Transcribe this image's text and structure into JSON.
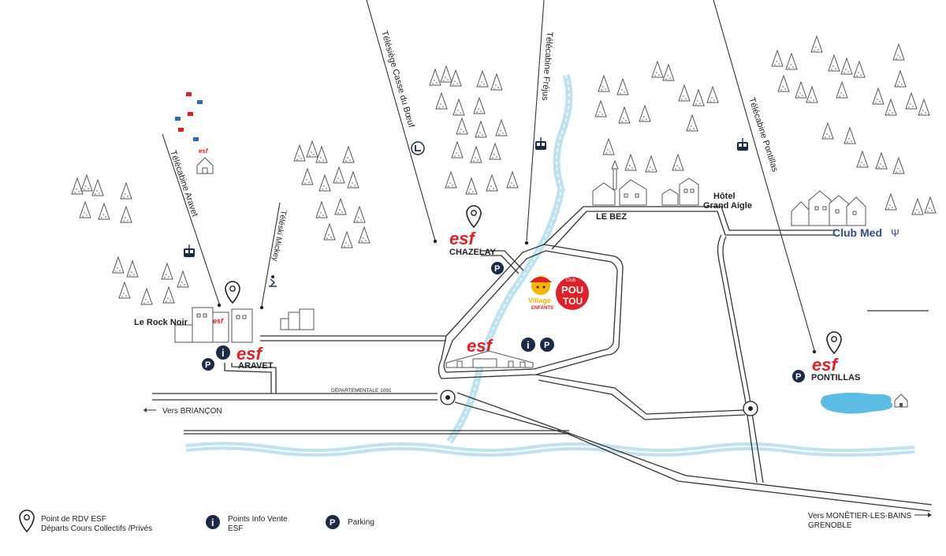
{
  "cable_lines": {
    "telecabine_aravet": "Télécabine Aravet",
    "teleski_mickey": "Téléski Mickey",
    "telesiege_casse_du_boeuf": "Télésiège Casse du Bœuf",
    "telecabine_frejus": "Télécabine Fréjus",
    "telecabine_pontillas": "Télécabine Pontillas"
  },
  "places": {
    "le_bez": "LE BEZ",
    "hotel_line1": "Hôtel",
    "hotel_line2": "Grand Aigle",
    "club_med": "Club Med",
    "le_rock_noir": "Le Rock Noir",
    "village_enfants_line1": "Village",
    "village_enfants_line2": "ENFANTS",
    "poutou_line1": "Club",
    "poutou_line2": "POU",
    "poutou_line3": "TOU"
  },
  "schools": {
    "brand": "esf",
    "chazelay": "CHAZELAY",
    "aravet": "ARAVET",
    "pontillas": "PONTILLAS"
  },
  "roads": {
    "departementale": "DÉPARTEMENTALE 1091",
    "vers_briancon": "Vers BRIANÇON",
    "vers_monetier_line1": "Vers MONÊTIER-LES-BAINS",
    "vers_monetier_line2": "GRENOBLE"
  },
  "legend": {
    "rdv_line1": "Point de RDV ESF",
    "rdv_line2": "Départs Cours Collectifs /Privés",
    "info_line1": "Points Info Vente",
    "info_line2": "ESF",
    "parking": "Parking"
  },
  "icons": {
    "info": "i",
    "parking": "P"
  },
  "colors": {
    "esf_red": "#e31e24",
    "navy": "#1c2a4a",
    "water": "#bde3f2",
    "lake": "#5bbde4",
    "club_med_blue": "#2f4c8c",
    "road": "#333333",
    "tree": "#555555"
  }
}
